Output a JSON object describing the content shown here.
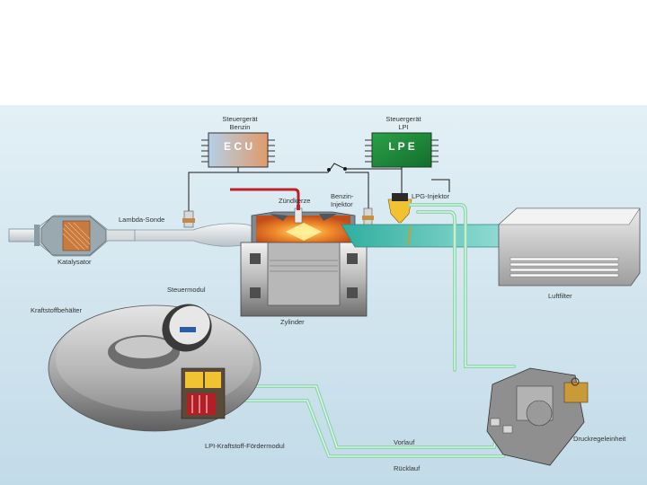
{
  "labels": {
    "ecu_top": "Steuergerät",
    "ecu_sub": "Benzin",
    "lpi_top": "Steuergerät",
    "lpi_sub": "LPI",
    "ecu_box": "E C U",
    "lpe_box": "L P E",
    "zuendkerze": "Zündkerze",
    "benzin_injektor_1": "Benzin-",
    "benzin_injektor_2": "Injektor",
    "lpg_injektor": "LPG-Injektor",
    "lambda_sonde": "Lambda-Sonde",
    "katalysator": "Katalysator",
    "steuermodul": "Steuermodul",
    "kraftstoffbehaelter": "Kraftstoffbehälter",
    "zylinder": "Zylinder",
    "luftfilter": "Luftfilter",
    "lpi_foerdermodul": "LPI-Kraftstoff-Fördermodul",
    "vorlauf": "Vorlauf",
    "ruecklauf": "Rücklauf",
    "druckregeleinheit": "Druckregeleinheit"
  },
  "colors": {
    "background_top": "#ffffff",
    "background_panel": "#cfe4ee",
    "wire": "#1a1a1a",
    "hot_wire": "#c0202a",
    "fuel_line": "#8fd6b0",
    "intake": "#3dbdb0",
    "ecu_gradient_left": "#b5d0e8",
    "ecu_gradient_right": "#e09a6a",
    "lpe_fill": "#1f8a3a"
  }
}
